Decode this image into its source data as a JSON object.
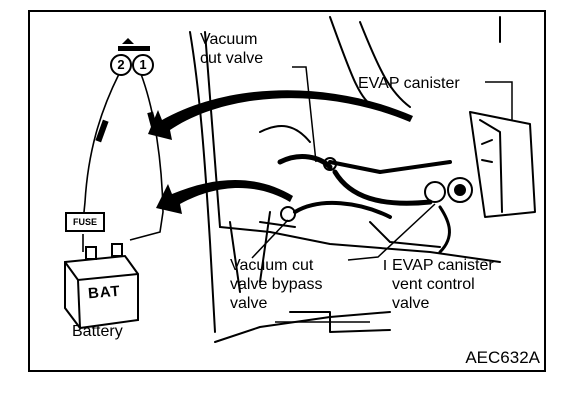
{
  "labels": {
    "vacuum_cut_valve": "Vacuum\ncut valve",
    "evap_canister": "EVAP canister",
    "vacuum_cut_valve_bypass_valve": "Vacuum cut\nvalve bypass\nvalve",
    "evap_canister_vent_control_valve": "EVAP canister\nvent control\nvalve",
    "battery": "Battery",
    "fuse": "FUSE",
    "bat": "BAT",
    "pin_2": "2",
    "pin_1": "1",
    "figure_id": "AEC632A"
  },
  "colors": {
    "line": "#000000",
    "background": "#ffffff"
  }
}
